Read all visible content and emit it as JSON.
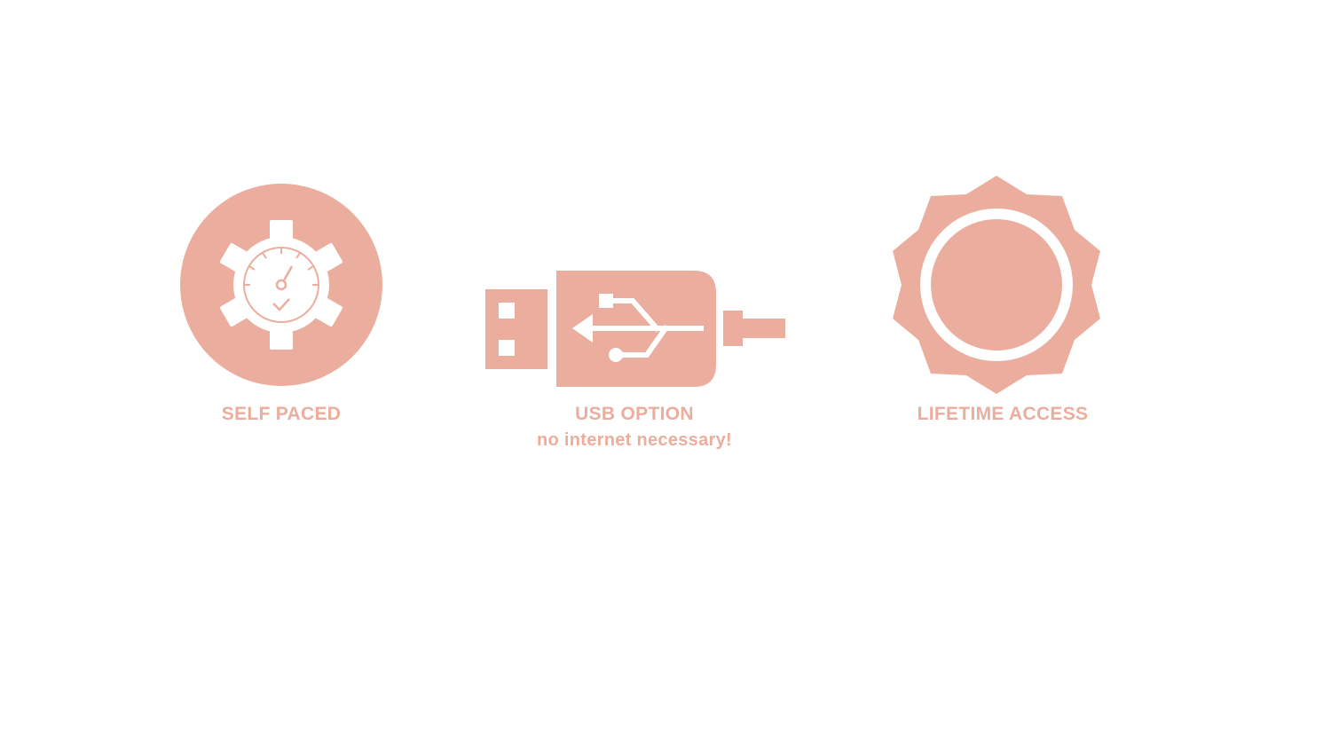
{
  "theme": {
    "accent": "#ebae9e",
    "background": "#ffffff"
  },
  "features": {
    "self_paced": {
      "icon": "gear-speedometer-icon",
      "label": "SELF PACED"
    },
    "usb_option": {
      "icon": "usb-drive-icon",
      "label": "USB OPTION",
      "sublabel": "no internet necessary!"
    },
    "lifetime_access": {
      "icon": "badge-seal-icon",
      "label": "LIFETIME ACCESS"
    }
  }
}
